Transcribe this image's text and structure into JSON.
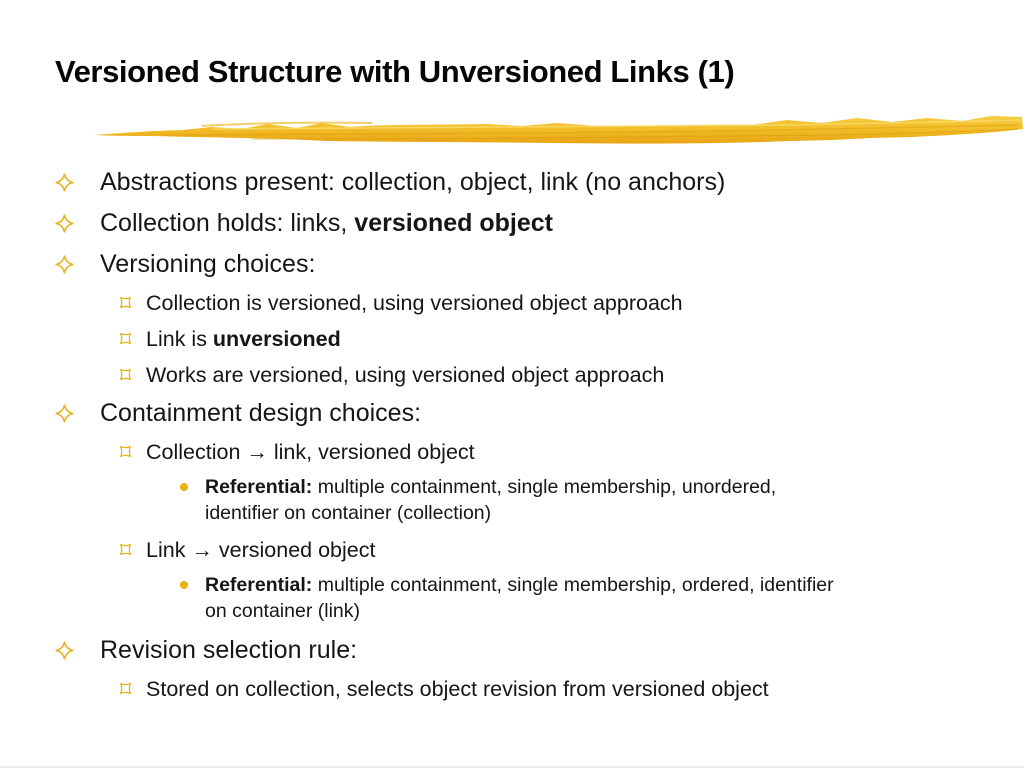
{
  "slide": {
    "title": "Versioned Structure with Unversioned Links (1)",
    "background_color": "#ffffff",
    "text_color": "#161616",
    "accent_gold": "#E9B321",
    "brush_stroke": {
      "icon": "gold-brush-stroke",
      "colors": [
        "#F8D34F",
        "#F2BE29",
        "#E49C12"
      ]
    }
  },
  "bullets": {
    "level1_icon": "four-point-star-icon",
    "level2_icon": "concave-square-icon",
    "level2_glyph": "¤",
    "level3_icon": "dot-icon",
    "level3_glyph": "•"
  },
  "content": {
    "items": [
      {
        "level": 1,
        "segments": [
          {
            "bold": false,
            "text": "Abstractions present: collection, object, link (no anchors)"
          }
        ]
      },
      {
        "level": 1,
        "segments": [
          {
            "bold": false,
            "text": "Collection holds: links, "
          },
          {
            "bold": true,
            "text": "versioned object"
          }
        ]
      },
      {
        "level": 1,
        "segments": [
          {
            "bold": false,
            "text": "Versioning choices:"
          }
        ]
      },
      {
        "level": 2,
        "segments": [
          {
            "bold": false,
            "text": "Collection is versioned, using versioned object approach"
          }
        ]
      },
      {
        "level": 2,
        "segments": [
          {
            "bold": false,
            "text": "Link is "
          },
          {
            "bold": true,
            "text": "unversioned"
          }
        ]
      },
      {
        "level": 2,
        "segments": [
          {
            "bold": false,
            "text": "Works are versioned, using versioned object approach"
          }
        ]
      },
      {
        "level": 1,
        "segments": [
          {
            "bold": false,
            "text": "Containment design choices:"
          }
        ]
      },
      {
        "level": 2,
        "segments": [
          {
            "bold": false,
            "text": "Collection → link, versioned object"
          }
        ]
      },
      {
        "level": 3,
        "segments": [
          {
            "bold": true,
            "text": "Referential:"
          },
          {
            "bold": false,
            "text": " multiple containment, single membership, unordered,\nidentifier on container (collection)"
          }
        ]
      },
      {
        "level": 2,
        "segments": [
          {
            "bold": false,
            "text": "Link → versioned object"
          }
        ]
      },
      {
        "level": 3,
        "segments": [
          {
            "bold": true,
            "text": "Referential:"
          },
          {
            "bold": false,
            "text": " multiple containment, single membership, ordered, identifier\non container (link)"
          }
        ]
      },
      {
        "level": 1,
        "segments": [
          {
            "bold": false,
            "text": "Revision selection rule:"
          }
        ]
      },
      {
        "level": 2,
        "segments": [
          {
            "bold": false,
            "text": "Stored on collection, selects object revision from versioned object"
          }
        ]
      }
    ]
  }
}
